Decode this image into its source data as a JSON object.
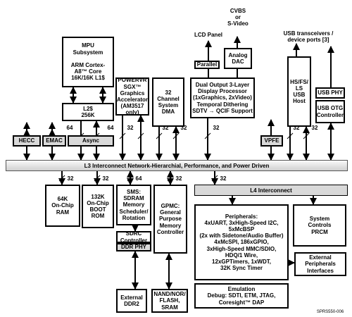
{
  "blocks": {
    "mpu": "MPU\nSubsystem\n\nARM Cortex-\nA8™ Core\n16K/16K L1$",
    "l2": "L2$\n256K",
    "hecc": "HECC",
    "emac": "EMAC",
    "async": "Async",
    "powervr": "POWERVR\nSGX™\nGraphics\nAccelerator\n(AM3517 only)",
    "dma": "32\nChannel\nSystem\nDMA",
    "display": "Dual Output 3-Layer\nDisplay Processor\n(1xGraphics, 2xVideo)\nTemporal Dithering\nSDTV → QCIF Support",
    "parallel": "Parallel",
    "dac": "Analog\nDAC",
    "usb_host": "HS/FS/\nLS\nUSB\nHost",
    "usb_phy": "USB PHY",
    "usb_otg": "USB OTG\nController",
    "vpfe": "VPFE",
    "ram": "64K\nOn-Chip\nRAM",
    "rom": "132K\nOn-Chip\nBOOT\nROM",
    "sms": "SMS:\nSDRAM\nMemory\nScheduler/\nRotation",
    "sdrc": "SDRC\nController",
    "ddr_phy": "DDR PHY",
    "gpmc": "GPMC:\nGeneral\nPurpose\nMemory\nController",
    "peripherals": "Peripherals:\n4xUART, 3xHigh-Speed I2C,\n5xMcBSP\n(2x with Sidetone/Audio Buffer)\n4xMcSPI, 186xGPIO,\n3xHigh-Speed MMC/SDIO,\nHDQ/1 Wire,\n12xGPTimers, 1xWDT,\n32K Sync Timer",
    "sys_ctrl": "System\nControls\nPRCM",
    "ext_periph": "External\nPeripherals\nInterfaces",
    "emulation": "Emulation\nDebug: SDTI, ETM, JTAG,\nCoresight™ DAP",
    "ext_ddr": "External\nDDR2",
    "nand": "NAND/NOR/\nFLASH,\nSRAM"
  },
  "buses": {
    "l3": "L3 Interconnect Network-Hierarchial, Performance, and Power Driven",
    "l4": "L4 Interconnect"
  },
  "labels": {
    "lcd_panel": "LCD Panel",
    "cvbs": "CVBS\nor\nS-Video",
    "usb_ports": "USB transceivers /\ndevice ports [3]",
    "doc_id": "SPRS550-006"
  },
  "widths": {
    "w64": "64",
    "w32": "32"
  }
}
